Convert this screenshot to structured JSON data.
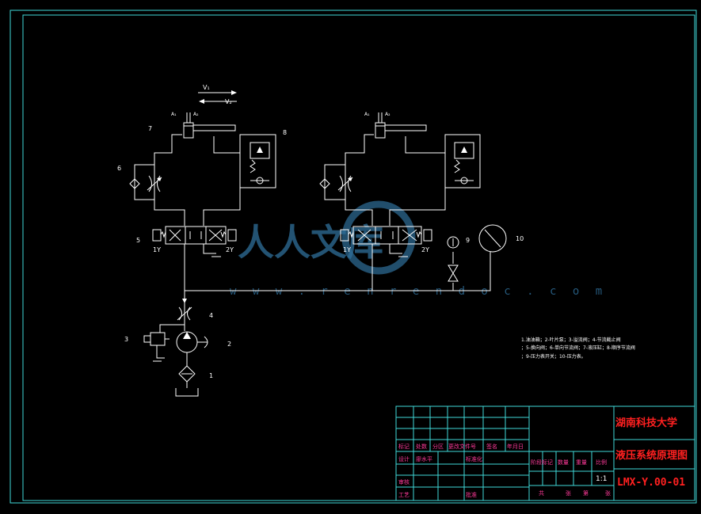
{
  "diagram": {
    "component_numbers": {
      "n1": "1",
      "n2": "2",
      "n3": "3",
      "n4": "4",
      "n5": "5",
      "n6": "6",
      "n7": "7",
      "n8": "8",
      "n9": "9",
      "n10": "10"
    },
    "solenoids": {
      "left_a": "1Y",
      "left_b": "2Y",
      "right_a": "1Y",
      "right_b": "2Y"
    },
    "velocity": {
      "v1": "V₁",
      "v2": "V₂"
    },
    "areas": {
      "a1": "A₁",
      "a2": "A₂"
    },
    "legend": {
      "line1": "1.油油箱；2-叶片泵；3-溢流阀；4-节流截止阀",
      "line2": "；5-换向阀；6-单向节流阀；7-液压缸；8-顺序节流阀",
      "line3": "；9-压力表开关；10-压力表。"
    },
    "watermark": {
      "text": "人人文库",
      "url": "w w w . r e n r e n d o c . c o m"
    }
  },
  "title_block": {
    "school": "湖南科技大学",
    "drawing_title": "液压系统原理图",
    "drawing_code": "LMX-Y.00-01",
    "scale": "1:1",
    "headers": {
      "mark": "标记",
      "count": "处数",
      "zone": "分区",
      "change_doc": "更改文件号",
      "sign": "签名",
      "date": "年月日",
      "design": "设计",
      "designer": "廖水平",
      "standard": "标准化",
      "stage_mark": "阶段标记",
      "quantity": "数量",
      "weight": "重量",
      "scale_label": "比例",
      "review": "审核",
      "process": "工艺",
      "approve": "批准",
      "total": "共",
      "sheet": "张",
      "page": "第",
      "page_unit": "张"
    }
  }
}
